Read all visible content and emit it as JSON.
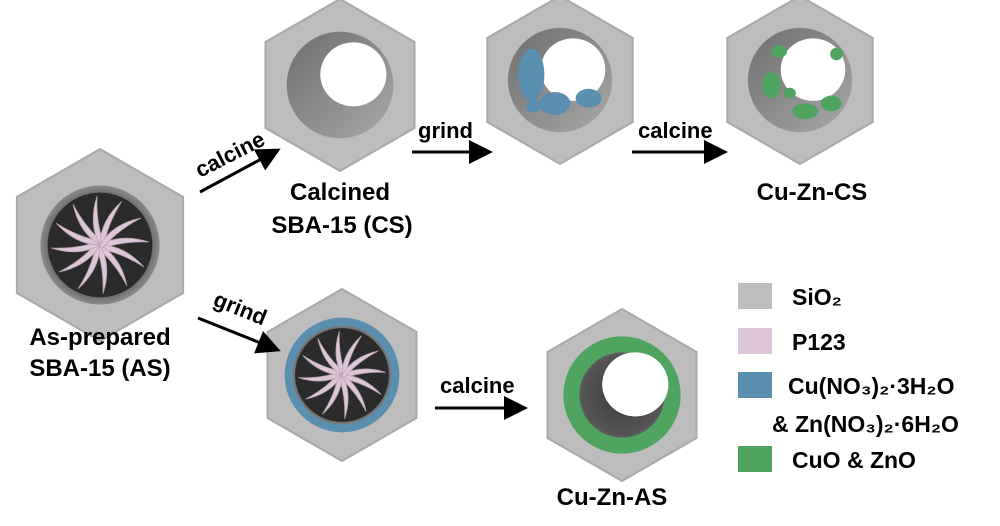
{
  "colors": {
    "sio2": "#bdbdbd",
    "p123": "#dcc6d8",
    "nitrate": "#5a8fb0",
    "oxide": "#4fa460"
  },
  "steps": {
    "as_prepared": [
      "As-prepared",
      "SBA-15 (AS)"
    ],
    "calcined": [
      "Calcined",
      "SBA-15 (CS)"
    ],
    "cu_zn_cs": "Cu-Zn-CS",
    "cu_zn_as": "Cu-Zn-AS"
  },
  "arrows": {
    "top_calcine_1": "calcine",
    "top_grind": "grind",
    "top_calcine_2": "calcine",
    "bottom_grind": "grind",
    "bottom_calcine": "calcine"
  },
  "legend": [
    {
      "label": "SiO₂",
      "color": "#bdbdbd"
    },
    {
      "label": "P123",
      "color": "#dcc6d8"
    },
    {
      "label": "Cu(NO₃)₂·3H₂O",
      "label2": "& Zn(NO₃)₂·6H₂O",
      "color": "#5a8fb0"
    },
    {
      "label": "CuO & ZnO",
      "color": "#4fa460"
    }
  ]
}
